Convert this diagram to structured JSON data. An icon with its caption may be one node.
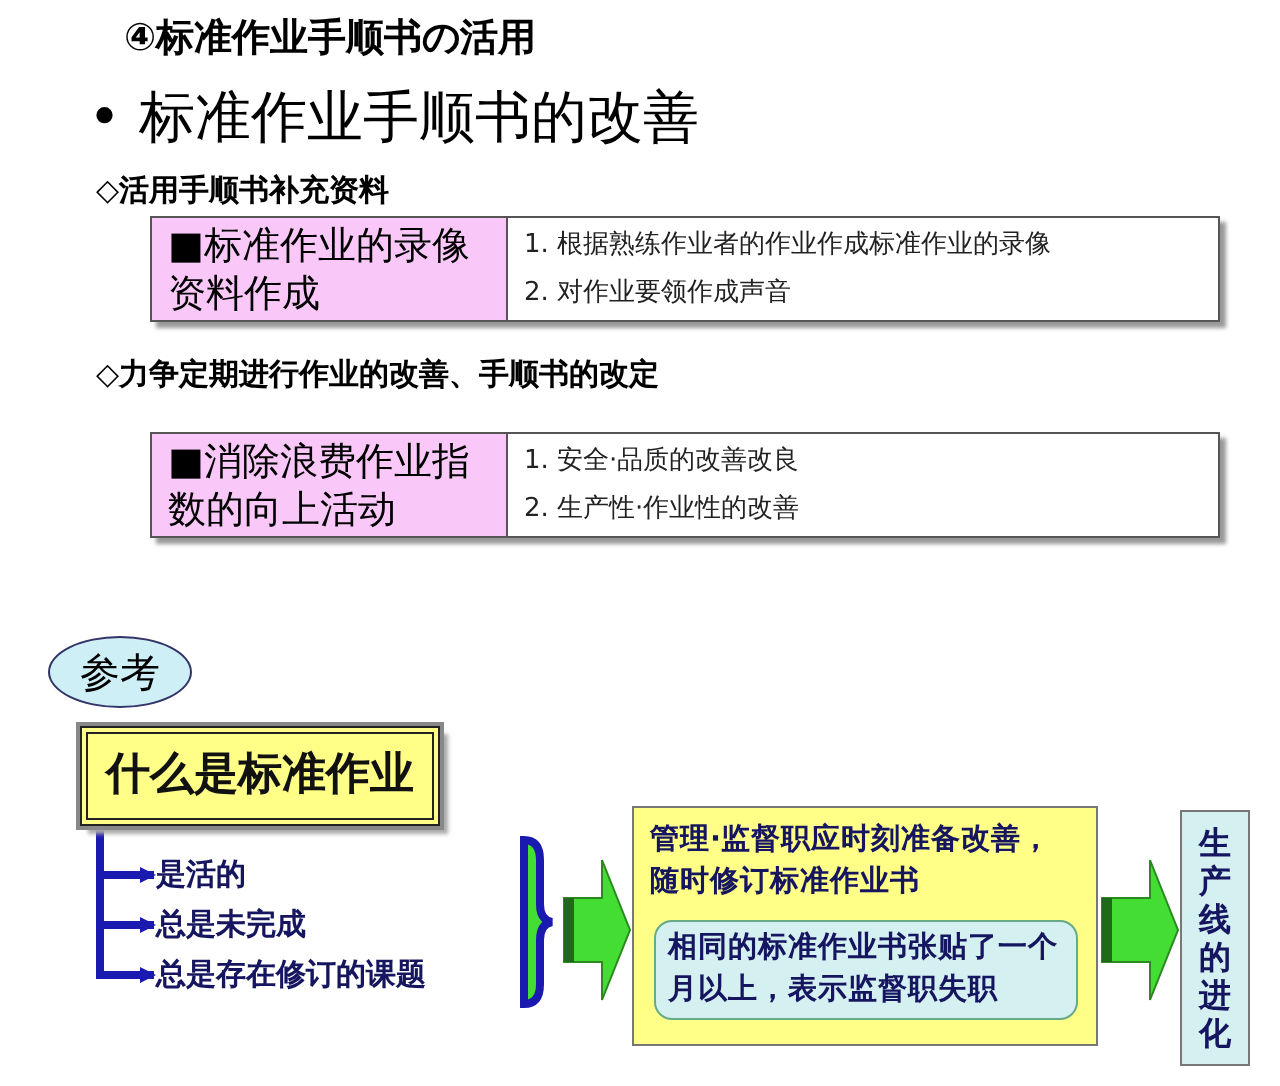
{
  "diagram": {
    "title": "④标准作业手顺书の活用",
    "nodes": [
      {
        "text": [
          "参考"
        ]
      },
      {
        "text": [
          "什么是标准作业"
        ]
      },
      {
        "text": [
          "是活的"
        ]
      },
      {
        "text": [
          "总是未完成"
        ]
      },
      {
        "text": [
          "总是存在修订的课题"
        ]
      },
      {
        "text": [],
        "shape": "brace"
      },
      {
        "text": [
          "管理·监督职应时刻准备改善，随时修订标准作业书"
        ]
      },
      {
        "text": [
          "相同的标准作业书张贴了一个月以上，表示监督职失职"
        ],
        "in": 6
      },
      {
        "text": [
          "生产线的进化"
        ]
      }
    ],
    "edges": [
      {
        "from": 1,
        "to": 2,
        "arrow": "to"
      },
      {
        "from": 1,
        "to": 3,
        "arrow": "to"
      },
      {
        "from": 1,
        "to": 4,
        "arrow": "to"
      },
      {
        "from": 5,
        "to": 6,
        "arrow": "to",
        "style": "thick",
        "color": "#44dd33"
      },
      {
        "from": 6,
        "to": 8,
        "arrow": "to",
        "style": "thick",
        "color": "#44dd33"
      }
    ],
    "labels": [
      "• 标准作业手顺书的改善",
      "◇活用手顺书补充资料",
      "■标准作业的录像资料作成",
      "1. 根据熟练作业者的作业作成标准作业的录像",
      "2. 对作业要领作成声音",
      "◇力争定期进行作业的改善、手顺书的改定",
      "■消除浪费作业指数的向上活动",
      "1. 安全·品质的改善改良",
      "2. 生产性·作业性的改善"
    ]
  }
}
